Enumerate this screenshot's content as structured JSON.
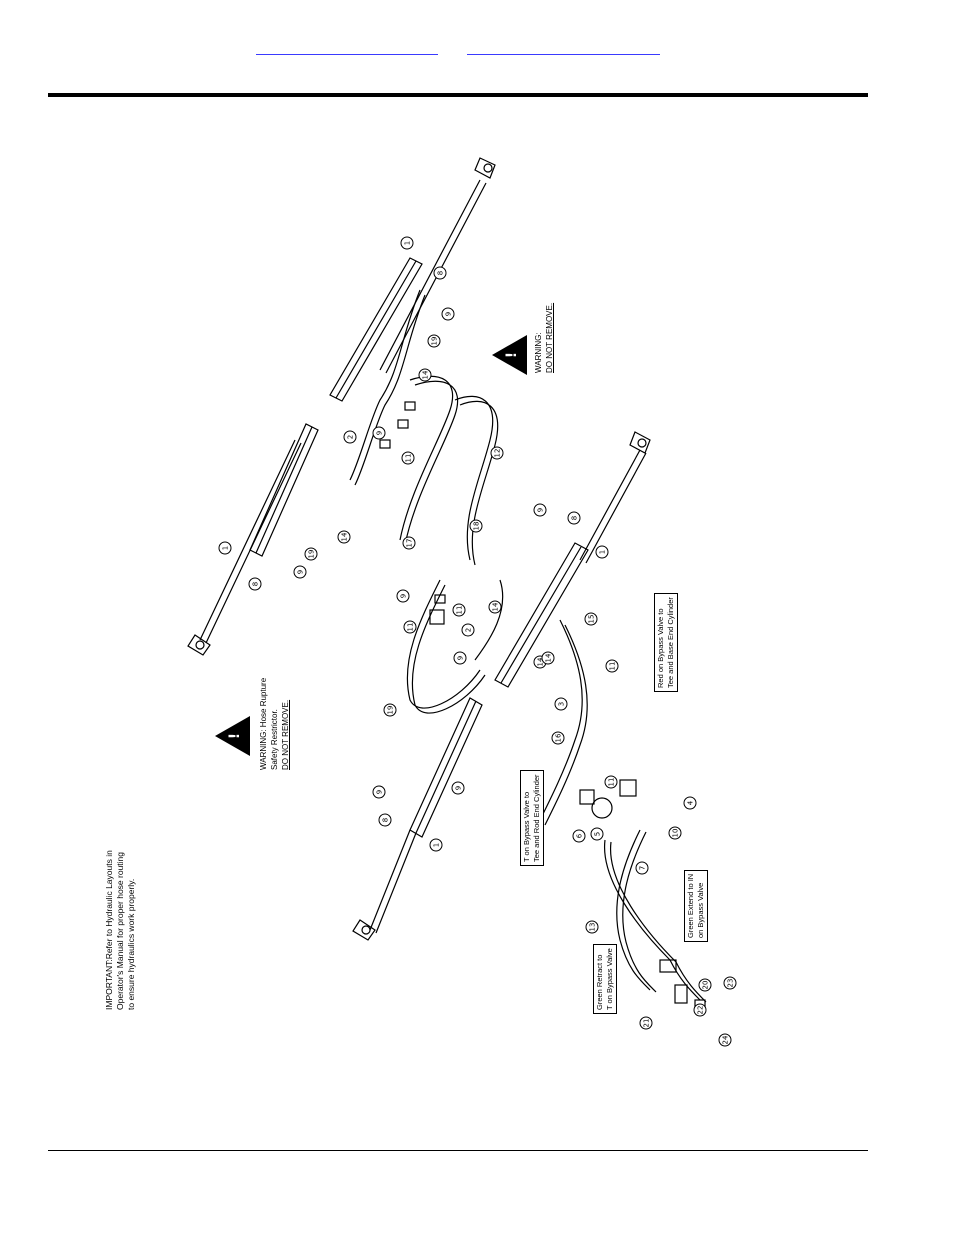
{
  "header": {
    "link_1": "",
    "link_2": ""
  },
  "note": {
    "line1": "IMPORTANT:Refer to Hydraulic Layouts in",
    "line2": "Operator's Manual for proper hose routing",
    "line3": "to ensure hydraulics work properly."
  },
  "warning_left": {
    "line1": "WARNING: Hose Rupture",
    "line2": "Safety Restrictor.",
    "line3": "DO NOT REMOVE."
  },
  "warning_right": {
    "line1": "WARNING:",
    "line2": "DO NOT REMOVE."
  },
  "labels": {
    "red": {
      "line1": "Red on Bypass Valve to",
      "line2": "Tee and Base End Cylinder"
    },
    "t_bypass": {
      "line1": "T on Bypass Valve to",
      "line2": "Tee and Rod End Cylinder"
    },
    "green_extend": {
      "line1": "Green Extend to IN",
      "line2": "on Bypass Valve"
    },
    "green_retract": {
      "line1": "Green Retract to",
      "line2": "T on Bypass Valve"
    }
  },
  "callouts": [
    {
      "n": "1"
    },
    {
      "n": "1"
    },
    {
      "n": "1"
    },
    {
      "n": "1"
    },
    {
      "n": "2"
    },
    {
      "n": "2"
    },
    {
      "n": "3"
    },
    {
      "n": "4"
    },
    {
      "n": "5"
    },
    {
      "n": "6"
    },
    {
      "n": "7"
    },
    {
      "n": "8"
    },
    {
      "n": "8"
    },
    {
      "n": "8"
    },
    {
      "n": "8"
    },
    {
      "n": "9"
    },
    {
      "n": "9"
    },
    {
      "n": "9"
    },
    {
      "n": "9"
    },
    {
      "n": "9"
    },
    {
      "n": "9"
    },
    {
      "n": "9"
    },
    {
      "n": "9"
    },
    {
      "n": "10"
    },
    {
      "n": "11"
    },
    {
      "n": "11"
    },
    {
      "n": "11"
    },
    {
      "n": "11"
    },
    {
      "n": "11"
    },
    {
      "n": "12"
    },
    {
      "n": "13"
    },
    {
      "n": "14"
    },
    {
      "n": "14"
    },
    {
      "n": "14"
    },
    {
      "n": "14"
    },
    {
      "n": "14"
    },
    {
      "n": "15"
    },
    {
      "n": "16"
    },
    {
      "n": "17"
    },
    {
      "n": "18"
    },
    {
      "n": "19"
    },
    {
      "n": "19"
    },
    {
      "n": "19"
    },
    {
      "n": "20"
    },
    {
      "n": "21"
    },
    {
      "n": "22"
    },
    {
      "n": "23"
    },
    {
      "n": "24"
    }
  ]
}
